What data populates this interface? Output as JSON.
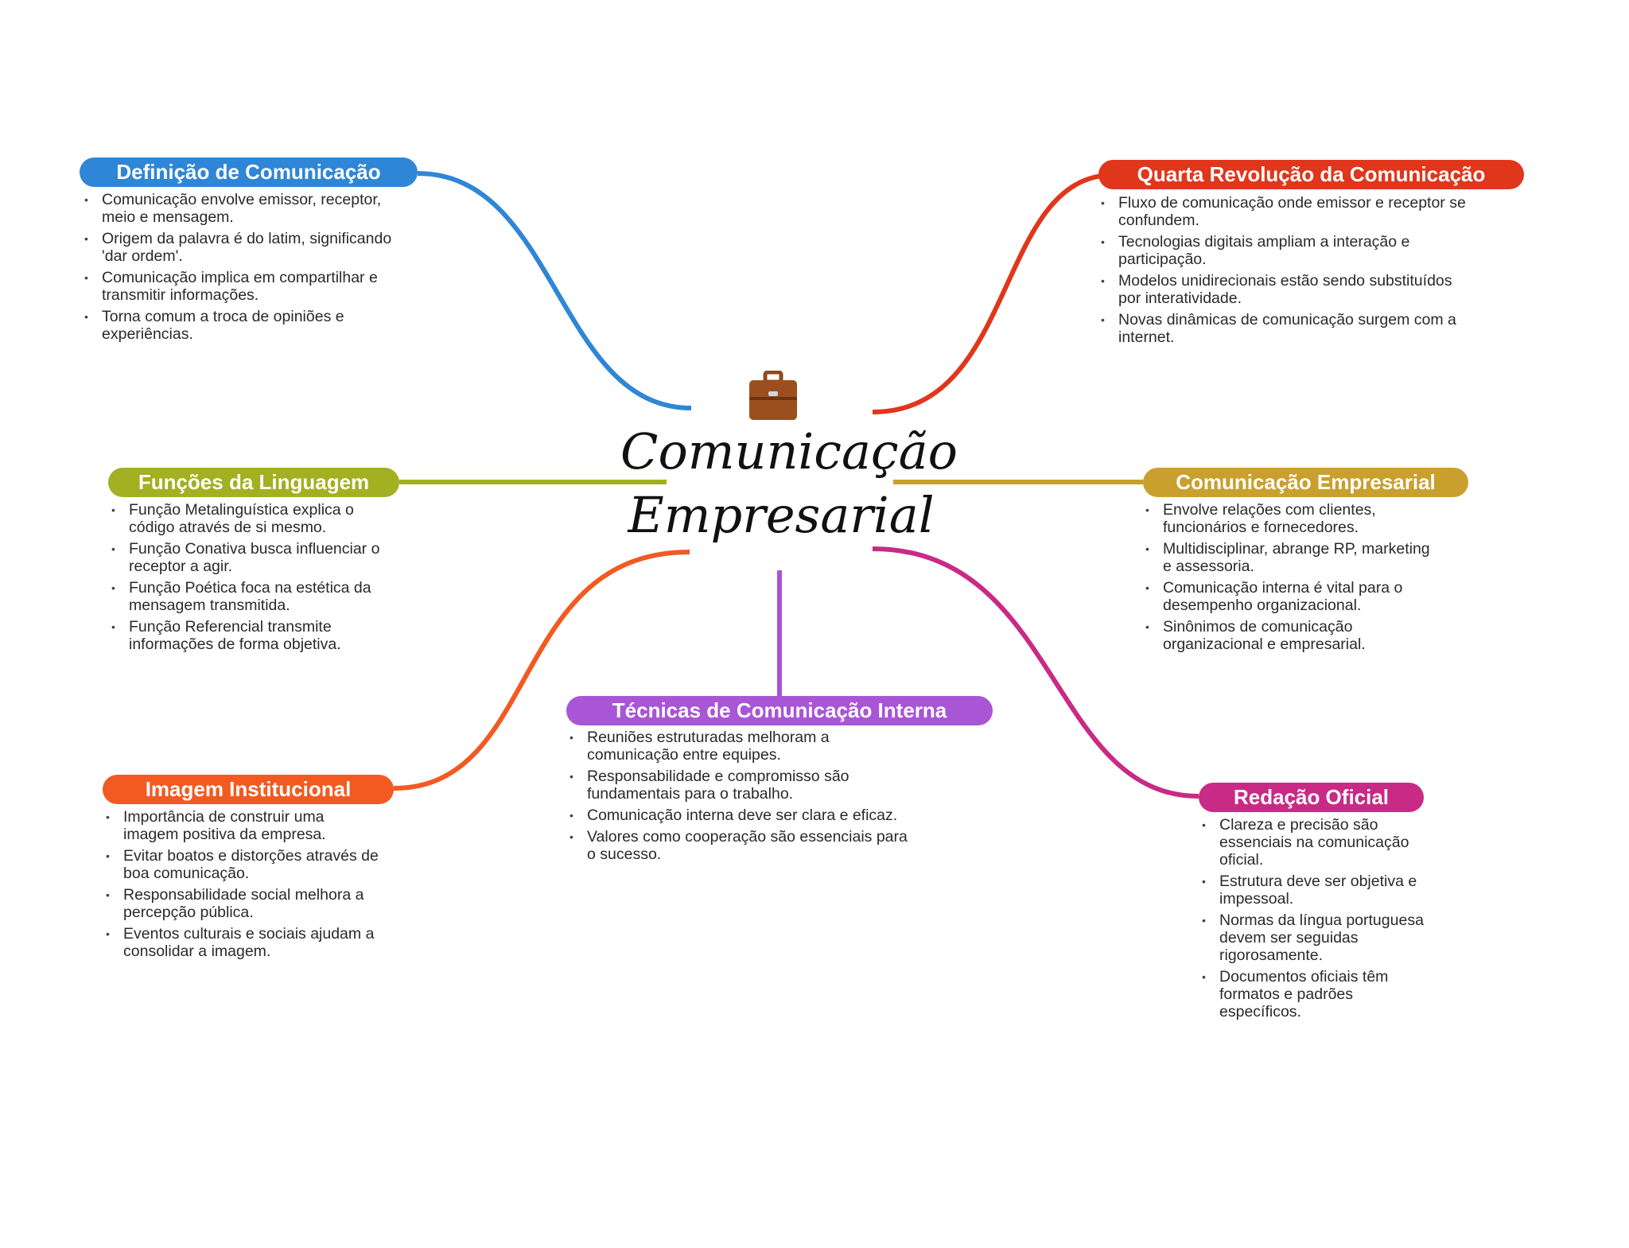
{
  "center": {
    "title_line1": "Comunicação",
    "title_line2": "Empresarial",
    "icon": "briefcase-icon"
  },
  "branches": [
    {
      "title": "Definição de Comunicação",
      "color": "#2f86d6",
      "items": [
        "Comunicação envolve emissor, receptor, meio e mensagem.",
        "Origem da palavra é do latim, significando 'dar ordem'.",
        "Comunicação implica em compartilhar e transmitir informações.",
        "Torna comum a troca de opiniões e experiências."
      ]
    },
    {
      "title": "Quarta Revolução da Comunicação",
      "color": "#e0361c",
      "items": [
        "Fluxo de comunicação onde emissor e receptor se confundem.",
        "Tecnologias digitais ampliam a interação e participação.",
        "Modelos unidirecionais estão sendo substituídos por interatividade.",
        "Novas dinâmicas de comunicação surgem com a internet."
      ]
    },
    {
      "title": "Funções da Linguagem",
      "color": "#a2b021",
      "items": [
        "Função Metalinguística explica o código através de si mesmo.",
        "Função Conativa busca influenciar o receptor a agir.",
        "Função Poética foca na estética da mensagem transmitida.",
        "Função Referencial transmite informações de forma objetiva."
      ]
    },
    {
      "title": "Comunicação Empresarial",
      "color": "#c9a02e",
      "items": [
        "Envolve relações com clientes, funcionários e fornecedores.",
        "Multidisciplinar, abrange RP, marketing e assessoria.",
        "Comunicação interna é vital para o desempenho organizacional.",
        "Sinônimos de comunicação organizacional e empresarial."
      ]
    },
    {
      "title": "Imagem Institucional",
      "color": "#f25a22",
      "items": [
        "Importância de construir uma imagem positiva da empresa.",
        "Evitar boatos e distorções através de boa comunicação.",
        "Responsabilidade social melhora a percepção pública.",
        "Eventos culturais e sociais ajudam a consolidar a imagem."
      ]
    },
    {
      "title": "Técnicas de Comunicação Interna",
      "color": "#a855d6",
      "items": [
        "Reuniões estruturadas melhoram a comunicação entre equipes.",
        "Responsabilidade e compromisso são fundamentais para o trabalho.",
        "Comunicação interna deve ser clara e eficaz.",
        "Valores como cooperação são essenciais para o sucesso."
      ]
    },
    {
      "title": "Redação Oficial",
      "color": "#c92a85",
      "items": [
        "Clareza e precisão são essenciais na comunicação oficial.",
        "Estrutura deve ser objetiva e impessoal.",
        "Normas da língua portuguesa devem ser seguidas rigorosamente.",
        "Documentos oficiais têm formatos e padrões específicos."
      ]
    }
  ]
}
